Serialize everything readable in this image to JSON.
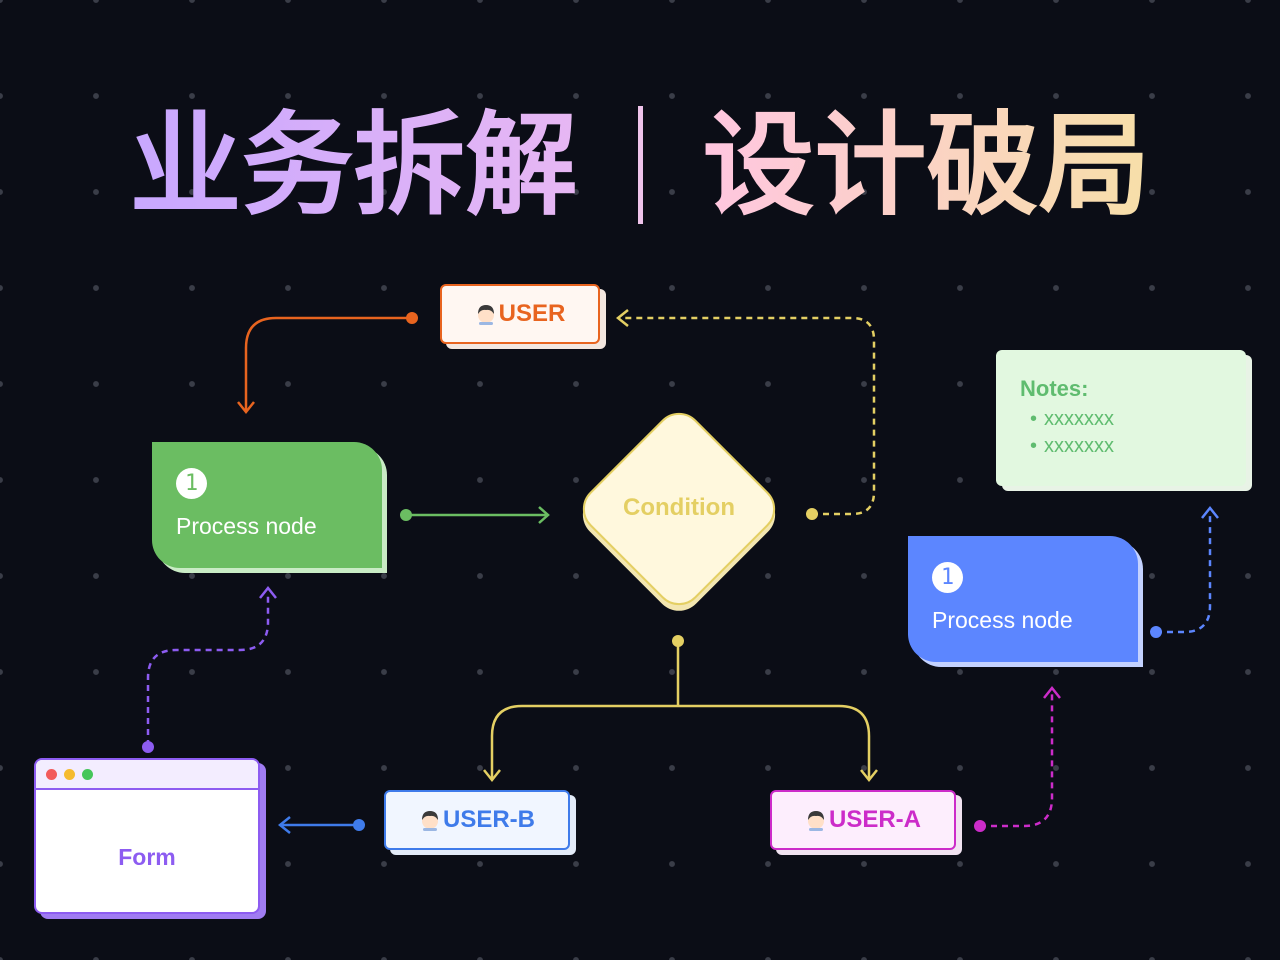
{
  "title": {
    "left": "业务拆解",
    "right": "设计破局"
  },
  "nodes": {
    "user": "USER",
    "user_b": "USER-B",
    "user_a": "USER-A",
    "process_left": {
      "badge": "1",
      "label": "Process node"
    },
    "process_right": {
      "badge": "1",
      "label": "Process node"
    },
    "condition": "Condition",
    "notes": {
      "title": "Notes:",
      "items": [
        "xxxxxxx",
        "xxxxxxx"
      ]
    },
    "form": "Form"
  },
  "colors": {
    "background": "#0b0d16",
    "user": "#e8641f",
    "green": "#6bbd62",
    "condition": "#e4cf63",
    "blue": "#5c86ff",
    "user_b": "#3f7bea",
    "user_a": "#cc2cc9",
    "purple": "#8d5cf1",
    "notes_text": "#5fbc6f"
  }
}
